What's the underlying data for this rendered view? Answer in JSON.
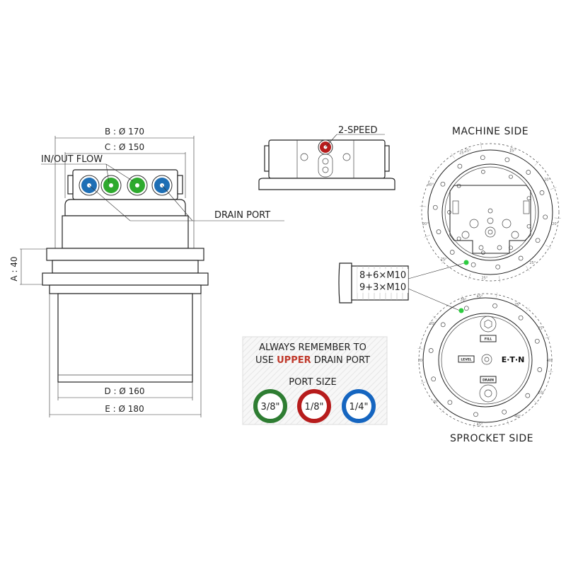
{
  "dimensions": {
    "b": "B : Ø 170",
    "c": "C : Ø 150",
    "a": "A : 40",
    "d": "D : Ø 160",
    "e": "E : Ø 180"
  },
  "callouts": {
    "inout_flow": "IN/OUT FLOW",
    "drain_port": "DRAIN  PORT",
    "two_speed": "2-SPEED"
  },
  "views": {
    "machine_side": "MACHINE SIDE",
    "sprocket_side": "SPROCKET SIDE"
  },
  "bolts": {
    "line1": "8+6×M10",
    "line2": "9+3×M10"
  },
  "angles": [
    "25°",
    "20°",
    "40°",
    "45°"
  ],
  "plates": {
    "fill": "FILL",
    "level": "LEVEL",
    "drain": "DRAIN",
    "brand": "E·T·N"
  },
  "notice": {
    "line1": "ALWAYS REMEMBER TO",
    "line2_pre": "USE ",
    "line2_em": "UPPER",
    "line2_post": " DRAIN PORT",
    "port_size_title": "PORT SIZE"
  },
  "port_sizes": [
    {
      "label": "3/8\"",
      "color": "#2e7d32"
    },
    {
      "label": "1/8\"",
      "color": "#b71c1c"
    },
    {
      "label": "1/4\"",
      "color": "#1565c0"
    }
  ],
  "colors": {
    "flow_port": "#2eaa2e",
    "drain_port": "#1e6fb5",
    "two_speed_port": "#b71c1c",
    "marker_dot": "#2ecc40",
    "emphasis": "#c0392b"
  }
}
